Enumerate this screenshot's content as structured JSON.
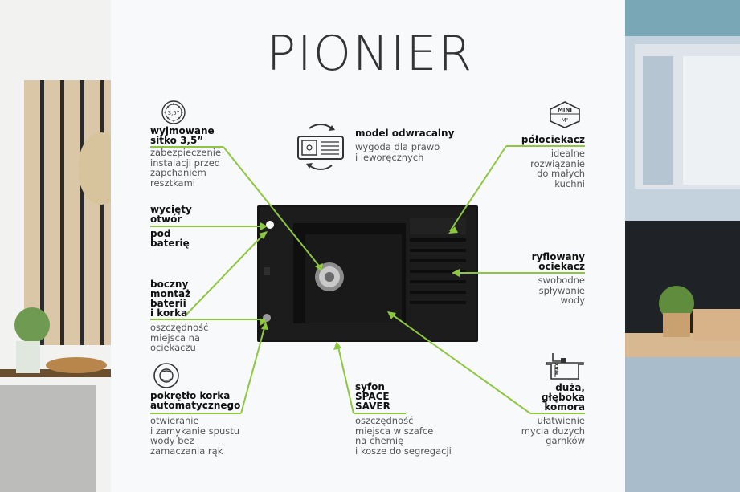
{
  "title": "PIONIER",
  "colors": {
    "accent": "#8dc63f",
    "sink": "#141414"
  },
  "features": {
    "sitko": {
      "heading": "wyjmowane\nsitko 3,5”",
      "desc": "zabezpieczenie\ninstalacji przed\nzapchaniem\nresztkami",
      "icon": "strainer-icon",
      "icon_text": "3,5”"
    },
    "otwor": {
      "heading": "wycięty\notwór",
      "heading2": "pod\nbaterię"
    },
    "montaz": {
      "heading": "boczny\nmontaż\nbaterii\ni korka",
      "desc": "oszczędność\nmiejsca na\nociekaczu"
    },
    "pokretlo": {
      "heading": "pokrętło korka\nautomatycznego",
      "desc": "otwieranie\ni zamykanie spustu\nwody bez\nzamaczania rąk",
      "icon": "automatic-plug-icon"
    },
    "model": {
      "heading": "model odwracalny",
      "desc": "wygoda dla prawo\ni leworęcznych",
      "icon": "reversible-sink-icon"
    },
    "polociekacz": {
      "heading": "półociekacz",
      "desc": "idealne\nrozwiązanie\ndo małych\nkuchni",
      "icon": "mini-drainer-icon",
      "icon_text1": "MINI",
      "icon_text2": "M²"
    },
    "ryflowany": {
      "heading": "ryflowany\nociekacz",
      "desc": "swobodne\nspływanie\nwody"
    },
    "syfon": {
      "heading": "syfon\nSPACE\nSAVER",
      "desc": "oszczędność\nmiejsca w szafce\nna chemię\ni kosze do segregacji"
    },
    "komora": {
      "heading": "duża,\ngłęboka\nkomora",
      "desc": "ułatwienie\nmycia dużych\ngarnków",
      "icon": "deep-bowl-icon",
      "icon_text": "MAX"
    }
  }
}
